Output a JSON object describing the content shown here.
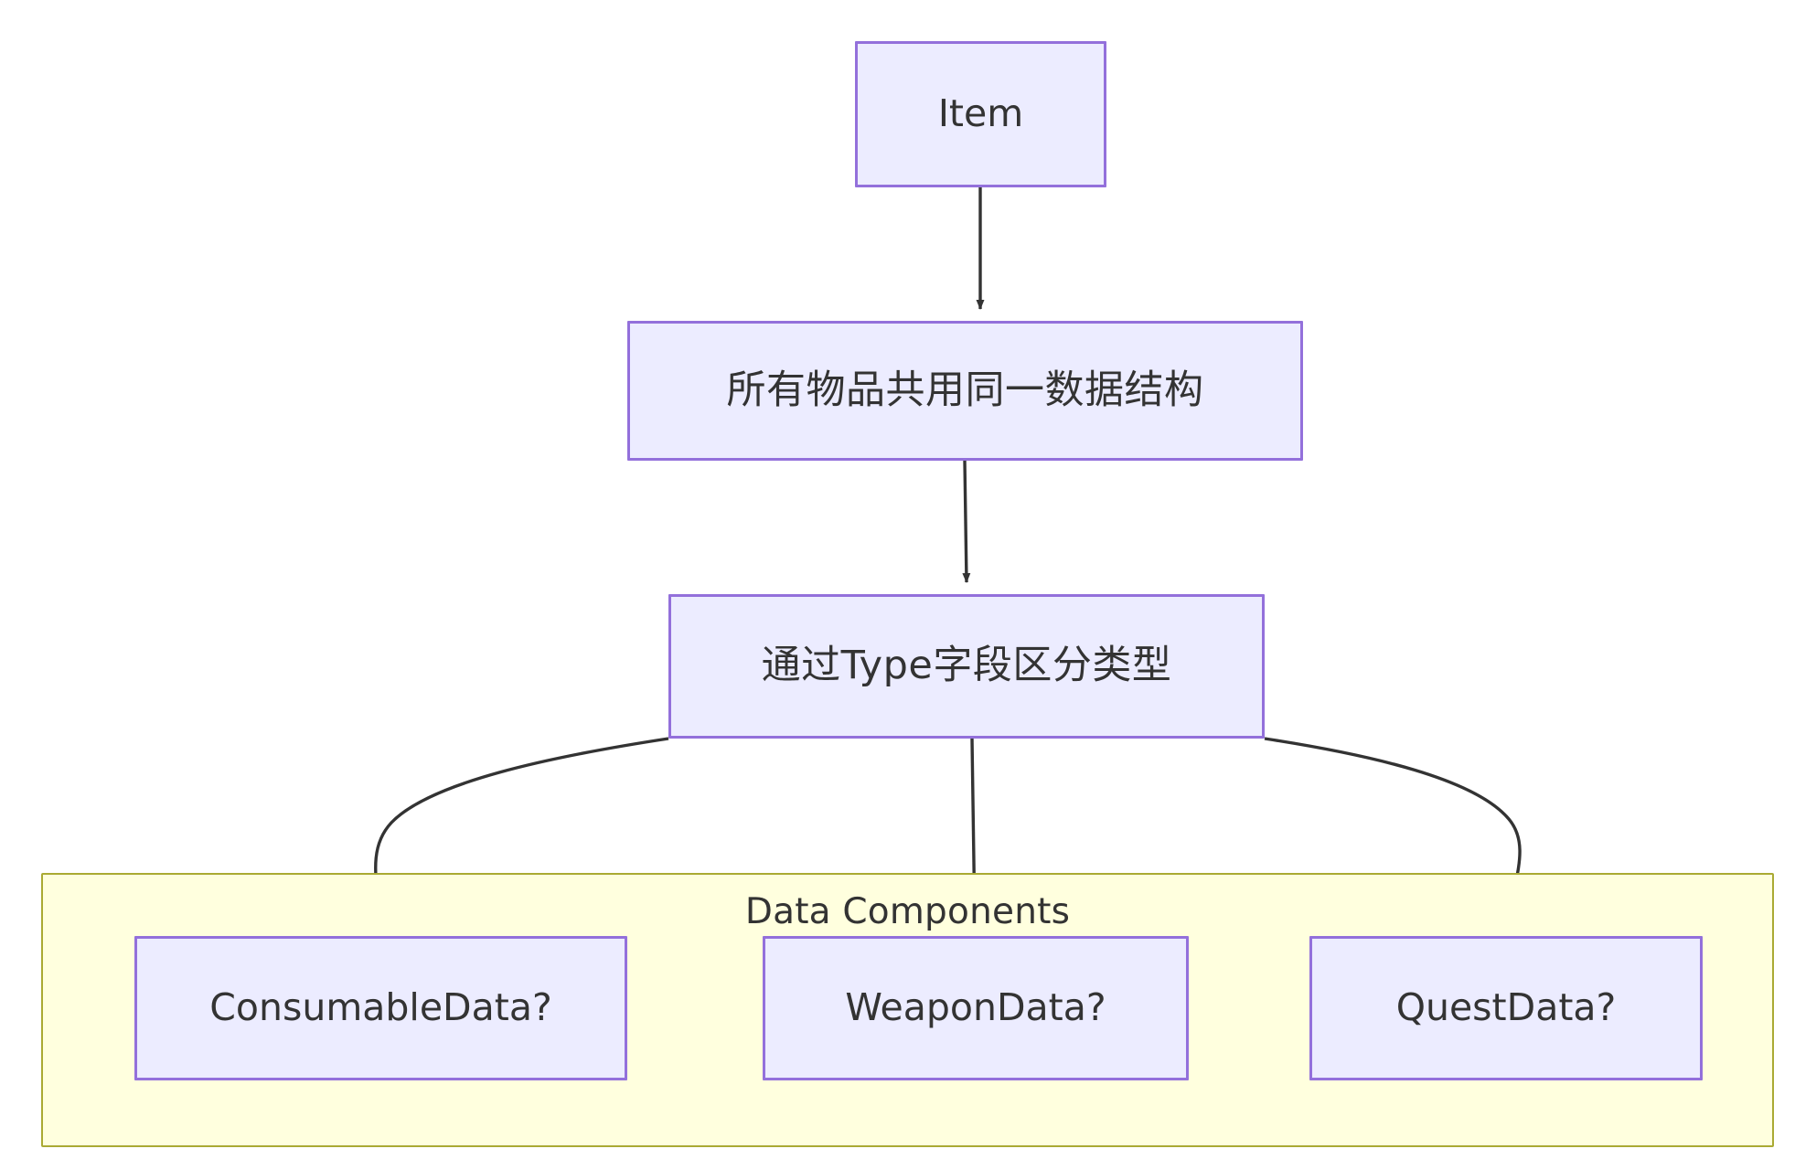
{
  "diagram": {
    "type": "flowchart",
    "direction": "top-down",
    "background": "#ffffff",
    "node_fill": "#ececff",
    "node_stroke": "#9370db",
    "cluster_fill": "#ffffde",
    "cluster_stroke": "#aaaa33",
    "edge_stroke": "#333333",
    "text_color": "#333333"
  },
  "nodes": {
    "item": {
      "label": "Item"
    },
    "shared_structure": {
      "label": "所有物品共用同一数据结构"
    },
    "type_field": {
      "label": "通过Type字段区分类型"
    },
    "consumable": {
      "label": "ConsumableData?"
    },
    "weapon": {
      "label": "WeaponData?"
    },
    "quest": {
      "label": "QuestData?"
    }
  },
  "cluster": {
    "label": "Data Components"
  },
  "edges": [
    {
      "from": "Item",
      "to": "所有物品共用同一数据结构",
      "label": ""
    },
    {
      "from": "所有物品共用同一数据结构",
      "to": "通过Type字段区分类型",
      "label": ""
    },
    {
      "from": "通过Type字段区分类型",
      "to": "ConsumableData?",
      "label": ""
    },
    {
      "from": "通过Type字段区分类型",
      "to": "WeaponData?",
      "label": ""
    },
    {
      "from": "通过Type字段区分类型",
      "to": "QuestData?",
      "label": ""
    }
  ]
}
